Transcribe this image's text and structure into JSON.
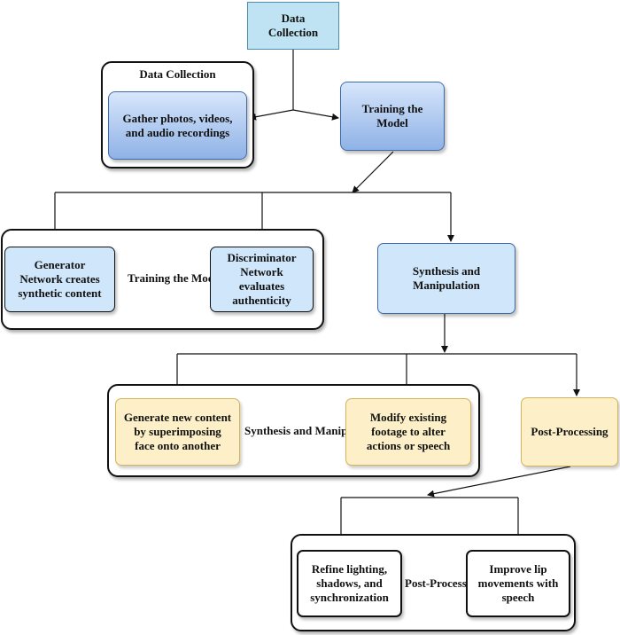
{
  "nodes": {
    "data_collection_top": "Data Collection",
    "training_model_main": "Training the Model",
    "synthesis_main": "Synthesis and Manipulation",
    "post_processing_main": "Post-Processing",
    "gather": "Gather photos, videos, and audio recordings",
    "generator": "Generator Network creates synthetic content",
    "discriminator": "Discriminator Network evaluates authenticity",
    "generate_new": "Generate new content by superimposing face onto another",
    "modify": "Modify existing footage to alter actions or speech",
    "refine": "Refine lighting, shadows, and synchronization",
    "lip": "Improve lip movements with speech"
  },
  "groups": {
    "data_collection": "Data Collection",
    "training_model": "Training the Model",
    "synthesis": "Synthesis and Manipulation",
    "post_processing": "Post-Processing"
  },
  "colors": {
    "light_blue": "#bfe3f2",
    "blue": "#8fb2e6",
    "sky": "#cfe6fb",
    "yellow": "#fdf0c8",
    "white": "#ffffff"
  }
}
